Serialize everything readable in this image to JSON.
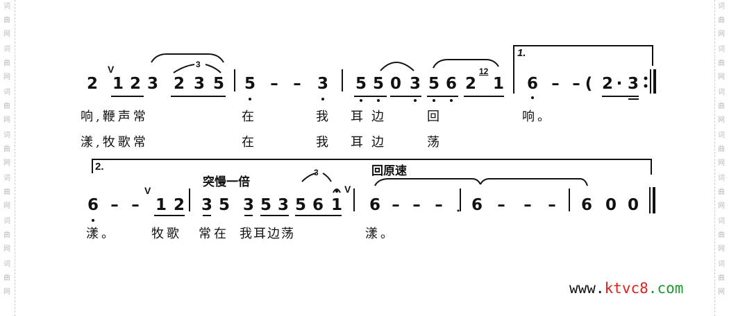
{
  "watermark": {
    "chars": [
      "词",
      "曲",
      "网"
    ]
  },
  "row1": {
    "notes": [
      "2",
      "1",
      "2",
      "3",
      "2",
      "3",
      "5",
      "5",
      "–",
      "–",
      "3",
      "5",
      "5",
      "0",
      "3",
      "5",
      "6",
      "2",
      "1",
      "6",
      "–",
      "–",
      "(",
      "2",
      "·",
      "3"
    ],
    "breath": "V",
    "triplet": "3",
    "grace": "12",
    "volta": "1.",
    "lyrics1": [
      "响,鞭声常",
      "在",
      "我",
      "耳边",
      "回",
      "响。"
    ],
    "lyrics2": [
      "漾,牧歌常",
      "在",
      "我",
      "耳边",
      "荡"
    ]
  },
  "row2": {
    "notes": [
      "6",
      "–",
      "–",
      "1",
      "2",
      "3",
      "5",
      "3",
      "5",
      "3",
      "5",
      "6",
      "1",
      "6",
      "–",
      "–",
      "–",
      "6",
      "–",
      "–",
      "–",
      "6",
      "0",
      "0"
    ],
    "breath": "V",
    "breath2": "V",
    "triplet": "3",
    "volta": "2.",
    "tempo_slow": "突慢一倍",
    "tempo_return": "回原速",
    "lyrics": [
      "漾。",
      "牧歌",
      "常在",
      "我耳边荡",
      "漾。"
    ]
  },
  "footer": {
    "url_parts": [
      "www.",
      "ktvc8",
      ".com"
    ],
    "colors": {
      "black": "#111111",
      "red": "#e0201a",
      "blue": "#1a2fd0",
      "green": "#1a9a2a"
    }
  }
}
